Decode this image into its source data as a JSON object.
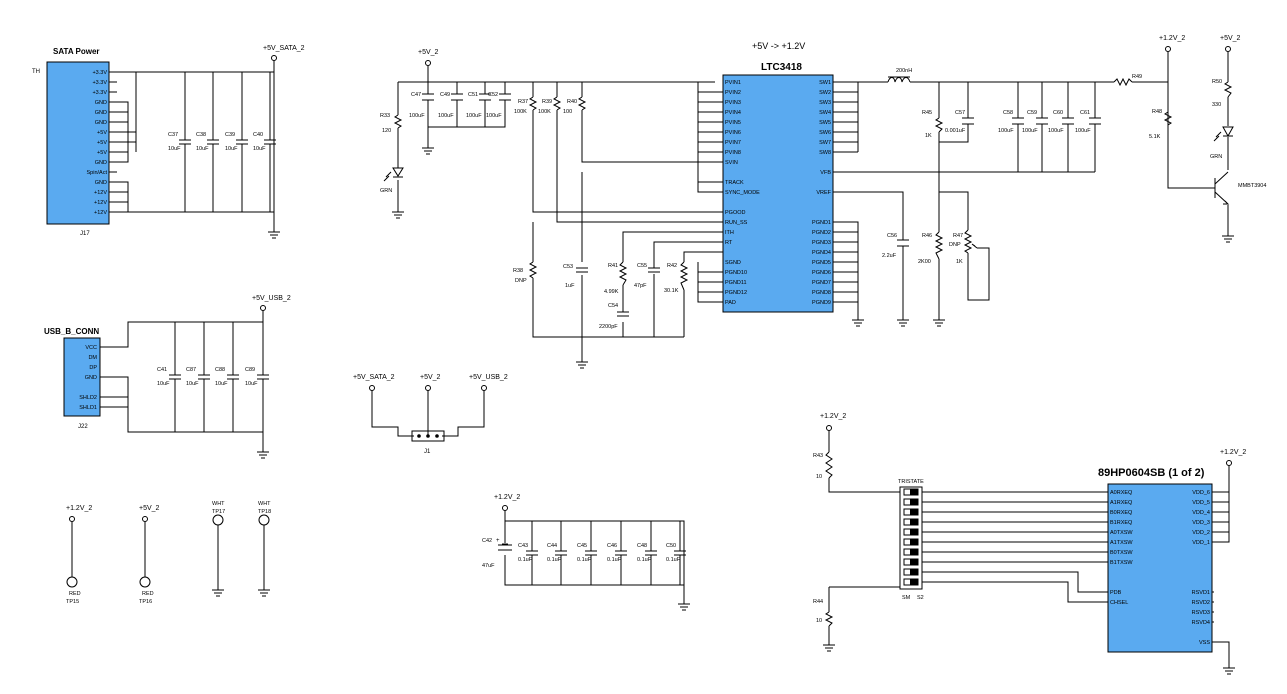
{
  "sata": {
    "title": "SATA Power",
    "th": "TH",
    "ref": "J17",
    "pins": [
      "+3.3V",
      "+3.3V",
      "+3.3V",
      "GND",
      "GND",
      "GND",
      "+5V",
      "+5V",
      "+5V",
      "GND",
      "Spin/Act",
      "GND",
      "+12V",
      "+12V",
      "+12V"
    ],
    "rail": "+5V_SATA_2",
    "caps": [
      {
        "ref": "C37",
        "val": "10uF"
      },
      {
        "ref": "C38",
        "val": "10uF"
      },
      {
        "ref": "C39",
        "val": "10uF"
      },
      {
        "ref": "C40",
        "val": "10uF"
      }
    ]
  },
  "usb": {
    "title": "USB_B_CONN",
    "ref": "J22",
    "pins": [
      "VCC",
      "DM",
      "DP",
      "GND",
      "SHLD2",
      "SHLD1"
    ],
    "rail": "+5V_USB_2",
    "caps": [
      {
        "ref": "C41",
        "val": "10uF"
      },
      {
        "ref": "C87",
        "val": "10uF"
      },
      {
        "ref": "C88",
        "val": "10uF"
      },
      {
        "ref": "C89",
        "val": "10uF"
      }
    ]
  },
  "testpoints": [
    {
      "rail": "+1.2V_2",
      "color": "RED",
      "ref": "TP15"
    },
    {
      "rail": "+5V_2",
      "color": "RED",
      "ref": "TP16"
    },
    {
      "rail": "",
      "color": "WHT",
      "ref": "TP17"
    },
    {
      "rail": "",
      "color": "WHT",
      "ref": "TP18"
    }
  ],
  "jumper": {
    "rails": [
      "+5V_SATA_2",
      "+5V_2",
      "+5V_USB_2"
    ],
    "ref": "J1"
  },
  "decoupling": {
    "rail": "+1.2V_2",
    "bulk": {
      "ref": "C42",
      "val": "47uF"
    },
    "caps": [
      {
        "ref": "C43",
        "val": "0.1uF"
      },
      {
        "ref": "C44",
        "val": "0.1uF"
      },
      {
        "ref": "C45",
        "val": "0.1uF"
      },
      {
        "ref": "C46",
        "val": "0.1uF"
      },
      {
        "ref": "C48",
        "val": "0.1uF"
      },
      {
        "ref": "C50",
        "val": "0.1uF"
      }
    ]
  },
  "regulator": {
    "heading": "+5V -> +1.2V",
    "part": "LTC3418",
    "in_rail": "+5V_2",
    "left_pins": [
      "PVIN1",
      "PVIN2",
      "PVIN3",
      "PVIN4",
      "PVIN5",
      "PVIN6",
      "PVIN7",
      "PVIN8",
      "SVIN",
      "",
      "TRACK",
      "SYNC_MODE",
      "",
      "PGOOD",
      "RUN_SS",
      "ITH",
      "RT",
      "",
      "SGND",
      "PGND10",
      "PGND11",
      "PGND12",
      "PAD"
    ],
    "right_pins": [
      "SW1",
      "SW2",
      "SW3",
      "SW4",
      "SW5",
      "SW6",
      "SW7",
      "SW8",
      "",
      "VFB",
      "",
      "VREF",
      "",
      "",
      "PGND1",
      "PGND2",
      "PGND3",
      "PGND4",
      "PGND5",
      "PGND6",
      "PGND7",
      "PGND8",
      "PGND9"
    ],
    "r33": {
      "ref": "R33",
      "val": "120"
    },
    "led1": "GRN",
    "in_caps": [
      {
        "ref": "C47",
        "val": "100uF"
      },
      {
        "ref": "C49",
        "val": "100uF"
      },
      {
        "ref": "C51",
        "val": "100uF"
      },
      {
        "ref": "C52",
        "val": "100uF"
      }
    ],
    "pullups": [
      {
        "ref": "R37",
        "val": "100K"
      },
      {
        "ref": "R39",
        "val": "100K"
      },
      {
        "ref": "R40",
        "val": "100"
      }
    ],
    "r38": {
      "ref": "R38",
      "val": "DNP"
    },
    "c53": {
      "ref": "C53",
      "val": "1uF"
    },
    "r41": {
      "ref": "R41",
      "val": "4.99K"
    },
    "c55": {
      "ref": "C55",
      "val": "47pF"
    },
    "c54": {
      "ref": "C54",
      "val": "2200pF"
    },
    "r42": {
      "ref": "R42",
      "val": "30.1K"
    },
    "inductor": "200nH",
    "r45": {
      "ref": "R45",
      "val": "1K"
    },
    "c57": {
      "ref": "C57",
      "val": "0.001uF"
    },
    "c56": {
      "ref": "C56",
      "val": "2.2uF"
    },
    "r46": {
      "ref": "R46",
      "val": "2K00"
    },
    "r47": {
      "ref": "R47",
      "val": "DNP",
      "val2": "1K"
    },
    "out_caps": [
      {
        "ref": "C58",
        "val": "100uF"
      },
      {
        "ref": "C59",
        "val": "100uF"
      },
      {
        "ref": "C60",
        "val": "100uF"
      },
      {
        "ref": "C61",
        "val": "100uF"
      }
    ],
    "r49": "R49"
  },
  "led_driver": {
    "rail1": "+1.2V_2",
    "rail2": "+5V_2",
    "r48": {
      "ref": "R48",
      "val": "5.1K"
    },
    "r50": {
      "ref": "R50",
      "val": "330"
    },
    "led": "GRN",
    "transistor": "MMBT3904"
  },
  "switch": {
    "rail1": "+1.2V_2",
    "rail2": "+1.2V_2",
    "r43": {
      "ref": "R43",
      "val": "10"
    },
    "r44": {
      "ref": "R44",
      "val": "10"
    },
    "title": "TRISTATE",
    "foot1": "SM",
    "foot2": "S2",
    "part": "89HP0604SB (1 of 2)",
    "left_pins": [
      "A0RXEQ",
      "A1RXEQ",
      "B0RXEQ",
      "B1RXEQ",
      "A0TXSW",
      "A1TXSW",
      "B0TXSW",
      "B1TXSW",
      "",
      "",
      "PDB",
      "CHSEL"
    ],
    "right_pins": [
      "VDD_6",
      "VDD_5",
      "VDD_4",
      "VDD_3",
      "VDD_2",
      "VDD_1",
      "",
      "",
      "",
      "",
      "RSVD1",
      "RSVD2",
      "RSVD3",
      "RSVD4",
      "",
      "VSS"
    ]
  }
}
